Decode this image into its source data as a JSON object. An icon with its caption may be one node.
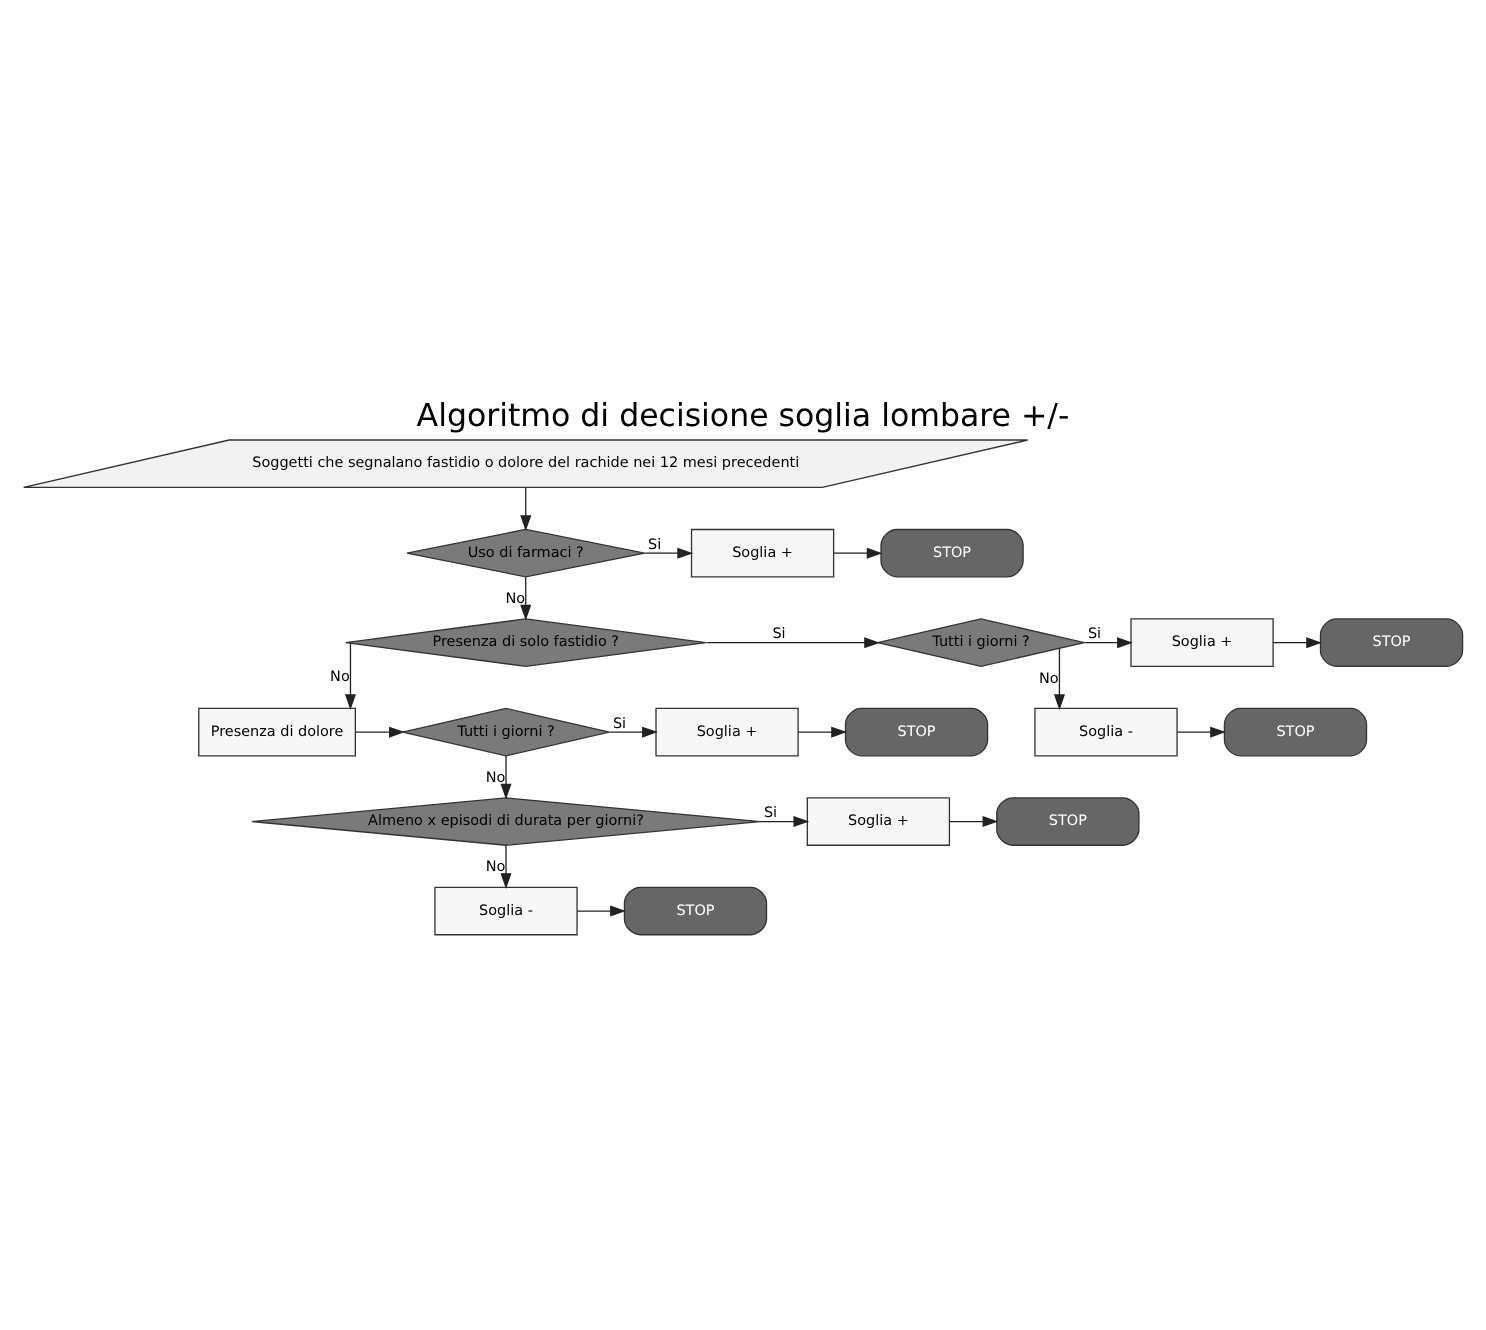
{
  "diagram": {
    "title": "Algoritmo di decisione soglia lombare +/-",
    "nodes": [
      {
        "text": [
          "Soggetti che segnalano fastidio o dolore del rachide nei 12 mesi precedenti"
        ]
      },
      {
        "text": [
          "Uso di farmaci ?"
        ]
      },
      {
        "text": [
          "Soglia +"
        ]
      },
      {
        "text": [
          "STOP"
        ]
      },
      {
        "text": [
          "Presenza di solo fastidio ?"
        ]
      },
      {
        "text": [
          "Tutti i giorni ?"
        ]
      },
      {
        "text": [
          "Soglia +"
        ]
      },
      {
        "text": [
          "STOP"
        ]
      },
      {
        "text": [
          "Soglia -"
        ]
      },
      {
        "text": [
          "STOP"
        ]
      },
      {
        "text": [
          "Presenza di dolore"
        ]
      },
      {
        "text": [
          "Tutti i giorni ?"
        ]
      },
      {
        "text": [
          "Soglia +"
        ]
      },
      {
        "text": [
          "STOP"
        ]
      },
      {
        "text": [
          "Almeno x episodi di durata per giorni?"
        ]
      },
      {
        "text": [
          "Soglia +"
        ]
      },
      {
        "text": [
          "STOP"
        ]
      },
      {
        "text": [
          "Soglia -"
        ]
      },
      {
        "text": [
          "STOP"
        ]
      }
    ],
    "edges": [
      {
        "from": 0,
        "to": 1,
        "arrow": "to"
      },
      {
        "from": 1,
        "to": 2,
        "arrow": "to",
        "label": "Si"
      },
      {
        "from": 2,
        "to": 3,
        "arrow": "to"
      },
      {
        "from": 1,
        "to": 4,
        "arrow": "to",
        "label": "No"
      },
      {
        "from": 4,
        "to": 5,
        "arrow": "to",
        "label": "Si"
      },
      {
        "from": 5,
        "to": 6,
        "arrow": "to",
        "label": "Si"
      },
      {
        "from": 6,
        "to": 7,
        "arrow": "to"
      },
      {
        "from": 5,
        "to": 8,
        "arrow": "to",
        "label": "No"
      },
      {
        "from": 8,
        "to": 9,
        "arrow": "to"
      },
      {
        "from": 4,
        "to": 10,
        "arrow": "to",
        "label": "No"
      },
      {
        "from": 10,
        "to": 11,
        "arrow": "to"
      },
      {
        "from": 11,
        "to": 12,
        "arrow": "to",
        "label": "Si"
      },
      {
        "from": 12,
        "to": 13,
        "arrow": "to"
      },
      {
        "from": 11,
        "to": 14,
        "arrow": "to",
        "label": "No"
      },
      {
        "from": 14,
        "to": 15,
        "arrow": "to",
        "label": "Si"
      },
      {
        "from": 15,
        "to": 16,
        "arrow": "to"
      },
      {
        "from": 14,
        "to": 17,
        "arrow": "to",
        "label": "No"
      },
      {
        "from": 17,
        "to": 18,
        "arrow": "to"
      }
    ]
  }
}
